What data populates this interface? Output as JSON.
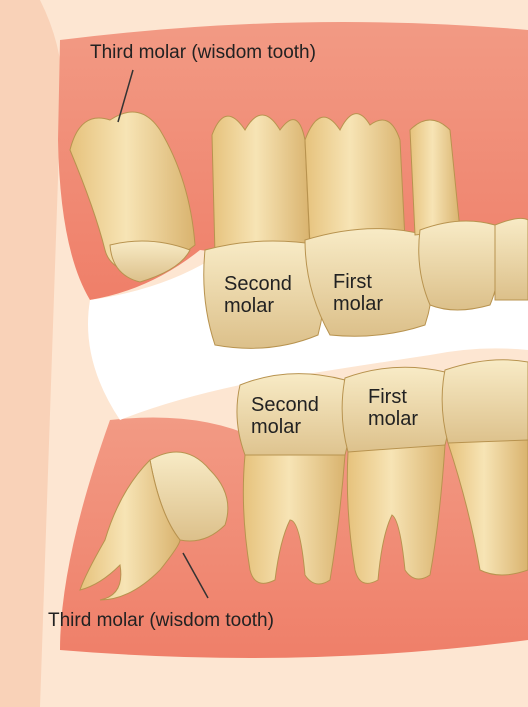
{
  "labels": {
    "upper_third_molar": "Third molar (wisdom tooth)",
    "lower_third_molar": "Third molar (wisdom tooth)",
    "upper_second_molar": [
      "Second",
      "molar"
    ],
    "upper_first_molar": [
      "First",
      "molar"
    ],
    "lower_second_molar": [
      "Second",
      "molar"
    ],
    "lower_first_molar": [
      "First",
      "molar"
    ]
  },
  "colors": {
    "gum": "#f08a74",
    "gum_light": "#f7b9a4",
    "skin": "#fbe0c8",
    "tooth": "#f3dca6",
    "tooth_shade": "#c9a45e",
    "mouth_gap": "#ffffff"
  }
}
